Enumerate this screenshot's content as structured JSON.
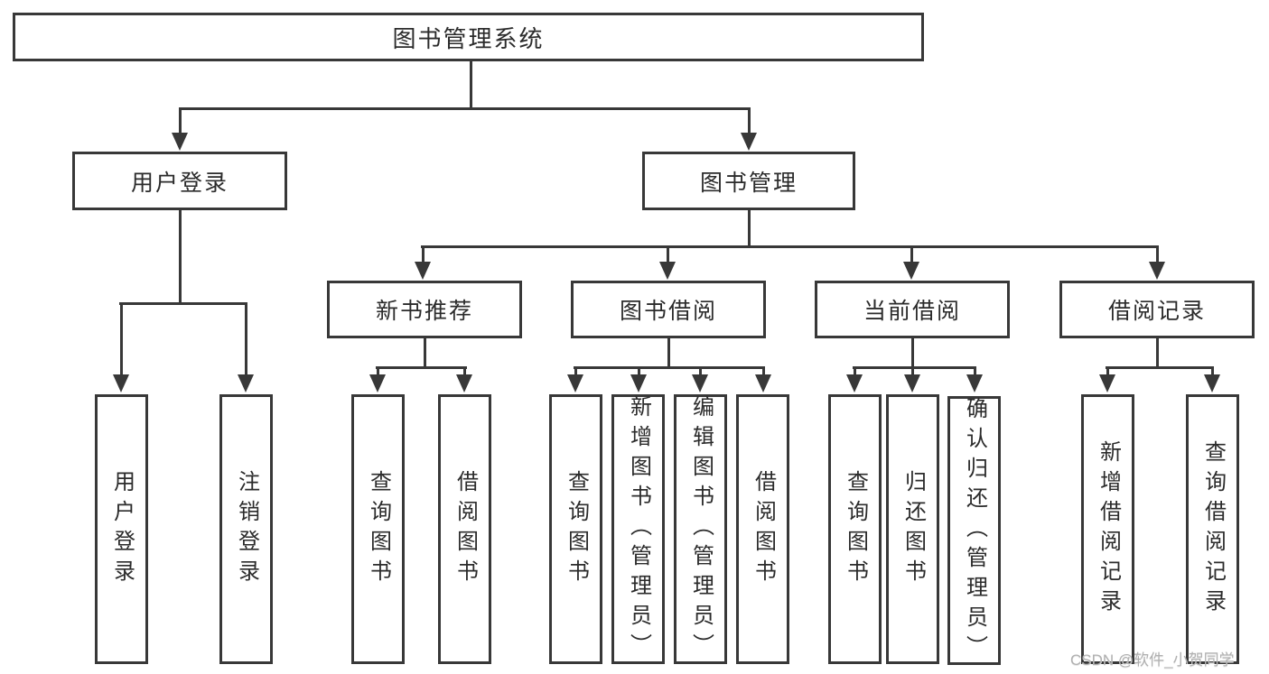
{
  "diagram": {
    "root": {
      "label": "图书管理系统"
    },
    "level2": [
      {
        "label": "用户登录"
      },
      {
        "label": "图书管理"
      }
    ],
    "level3": [
      {
        "label": "新书推荐"
      },
      {
        "label": "图书借阅"
      },
      {
        "label": "当前借阅"
      },
      {
        "label": "借阅记录"
      }
    ],
    "leaves": {
      "user_login": [
        "用户登录",
        "注销登录"
      ],
      "new_book_recommend": [
        "查询图书",
        "借阅图书"
      ],
      "book_borrow": [
        "查询图书",
        "新增图书（管理员）",
        "编辑图书（管理员）",
        "借阅图书"
      ],
      "current_borrow": [
        "查询图书",
        "归还图书",
        "确认归还（管理员）"
      ],
      "borrow_records": [
        "新增借阅记录",
        "查询借阅记录"
      ]
    }
  },
  "watermark": {
    "text": "CSDN @软件_小贺同学"
  },
  "colors": {
    "line": "#383838",
    "text": "#2b2b2b",
    "watermark": "#b0b0b0",
    "background": "#ffffff"
  }
}
